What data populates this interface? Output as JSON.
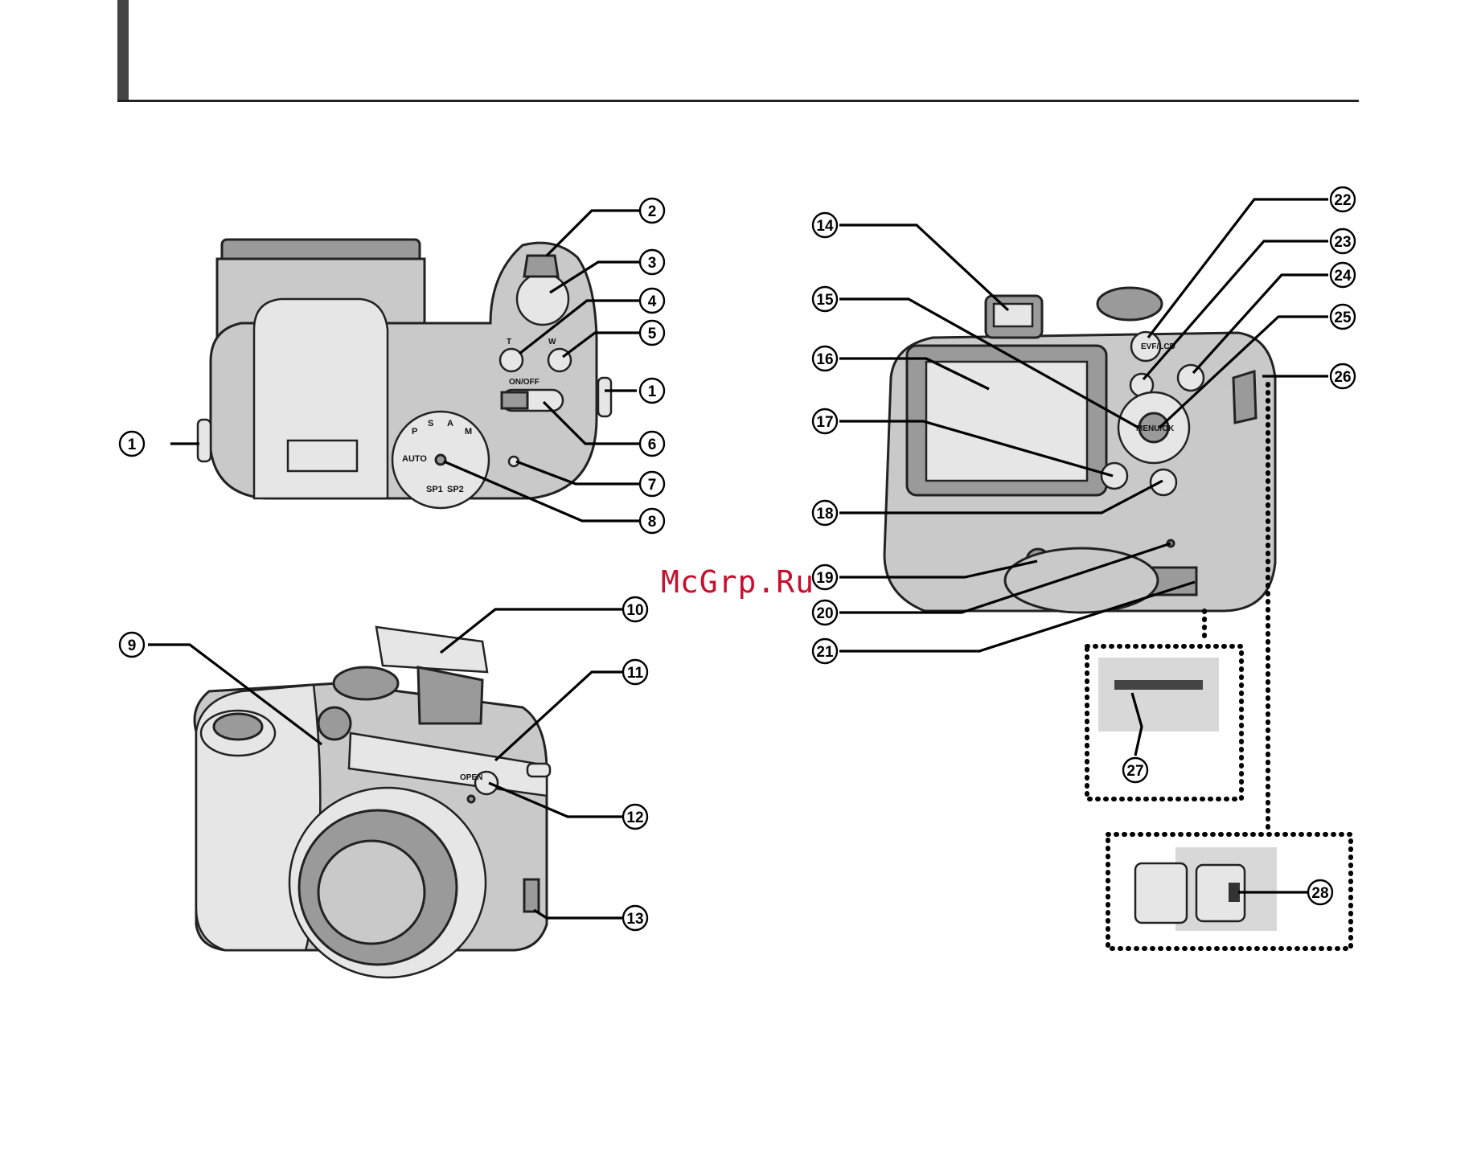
{
  "watermark": "McGrp.Ru",
  "camera_labels": {
    "power_switch": "ON/OFF",
    "zoom_tele": "T",
    "zoom_wide": "W",
    "dial_auto": "AUTO",
    "dial_sp1": "SP1",
    "dial_sp2": "SP2",
    "dial_p": "P",
    "dial_s": "S",
    "dial_a": "A",
    "dial_m": "M",
    "flash_open": "OPEN",
    "menu_ok": "MENU/OK",
    "evf_lcd": "EVF/LCD"
  },
  "callouts": [
    "1",
    "2",
    "3",
    "4",
    "5",
    "6",
    "7",
    "8",
    "9",
    "10",
    "11",
    "12",
    "13",
    "14",
    "15",
    "16",
    "17",
    "18",
    "19",
    "20",
    "21",
    "22",
    "23",
    "24",
    "25",
    "26",
    "27",
    "28"
  ]
}
